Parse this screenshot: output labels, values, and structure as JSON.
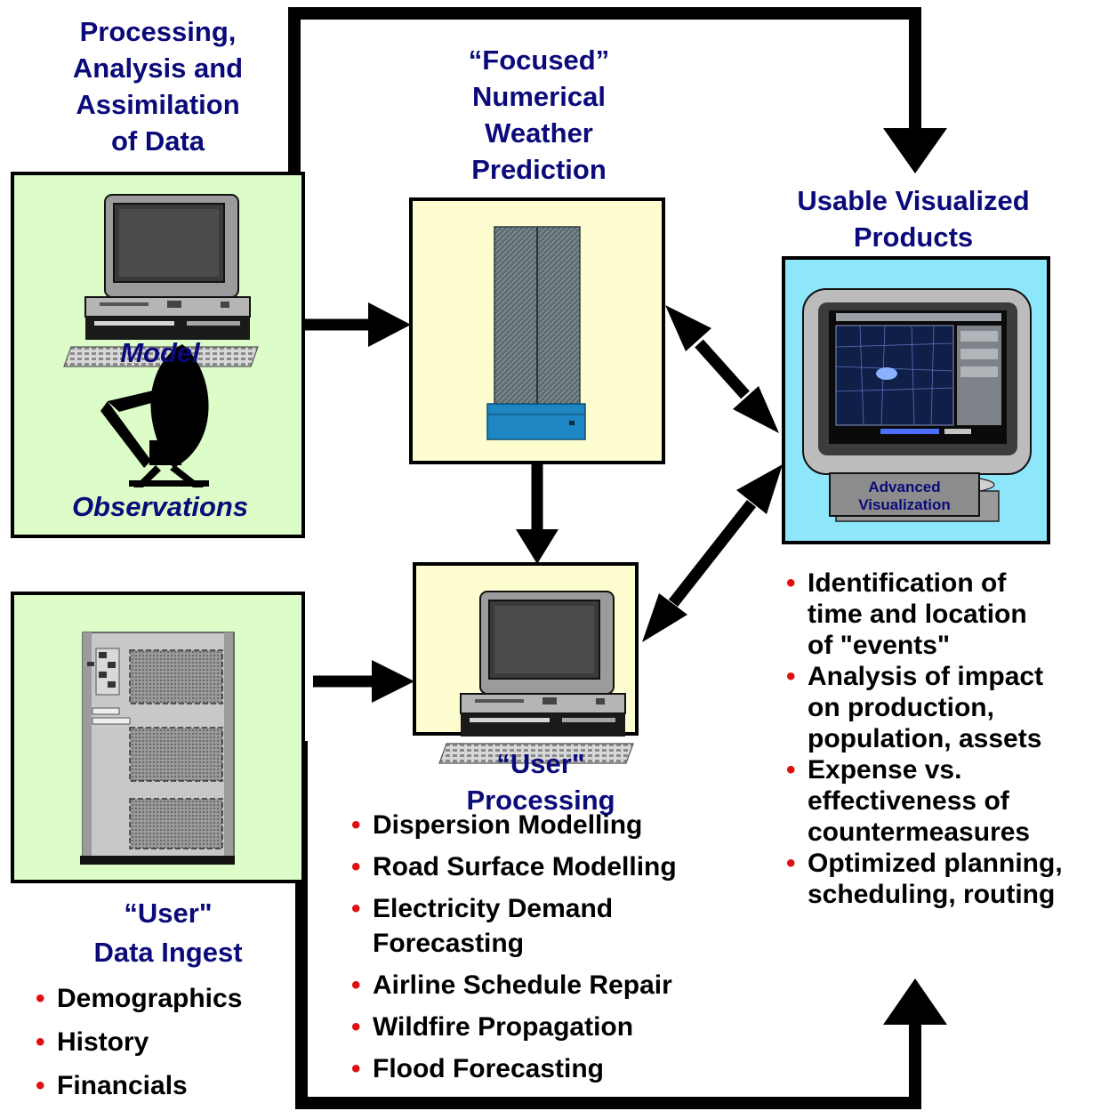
{
  "labels": {
    "processing": [
      "Processing,",
      "Analysis and",
      "Assimilation",
      "of Data"
    ],
    "focused": [
      "“Focused”",
      "Numerical",
      "Weather",
      "Prediction"
    ],
    "usable": [
      "Usable Visualized",
      "Products"
    ],
    "model": "Model",
    "observations": "Observations",
    "advanced": [
      "Advanced",
      "Visualization"
    ],
    "user_processing": [
      "“User\"",
      "Processing"
    ],
    "user_ingest": [
      "“User\"",
      "Data Ingest"
    ]
  },
  "lists": {
    "processing_apps": [
      "Dispersion Modelling",
      "Road Surface Modelling",
      "Electricity Demand Forecasting",
      "Airline Schedule Repair",
      "Wildfire Propagation",
      "Flood Forecasting"
    ],
    "ingest_items": [
      "Demographics",
      "History",
      "Financials"
    ],
    "product_items": [
      "Identification of time and location of \"events\"",
      "Analysis of impact on production, population, assets",
      "Expense vs. effectiveness of countermeasures",
      "Optimized planning, scheduling, routing"
    ]
  },
  "colors": {
    "green_box": "#dcfcc8",
    "yellow_box": "#fdfdd0",
    "cyan_box": "#8ee6fb",
    "label_blue": "#0a0a7a",
    "bullet_red": "#e01010"
  }
}
